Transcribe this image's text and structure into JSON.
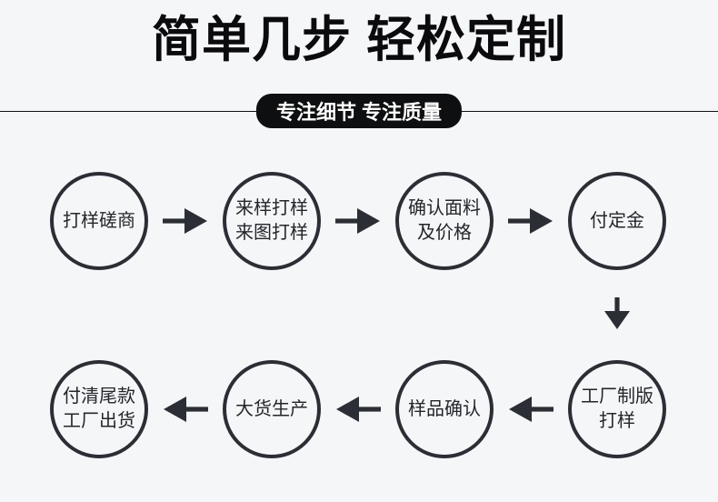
{
  "theme": {
    "background": "#f5f6f7",
    "ink": "#2b2e35",
    "title_color": "#0b0b0d",
    "badge_bg": "#0e0f11",
    "badge_text_color": "#ffffff"
  },
  "header": {
    "title": "简单几步 轻松定制",
    "badge": "专注细节 专注质量"
  },
  "flow": {
    "top_row_direction": "left-to-right",
    "bottom_row_direction": "right-to-left",
    "top_row": [
      {
        "label": "打样磋商"
      },
      {
        "label": "来样打样\n来图打样"
      },
      {
        "label": "确认面料\n及价格"
      },
      {
        "label": "付定金"
      }
    ],
    "bottom_row": [
      {
        "label": "付清尾款\n工厂出货"
      },
      {
        "label": "大货生产"
      },
      {
        "label": "样品确认"
      },
      {
        "label": "工厂制版\n打样"
      }
    ]
  }
}
